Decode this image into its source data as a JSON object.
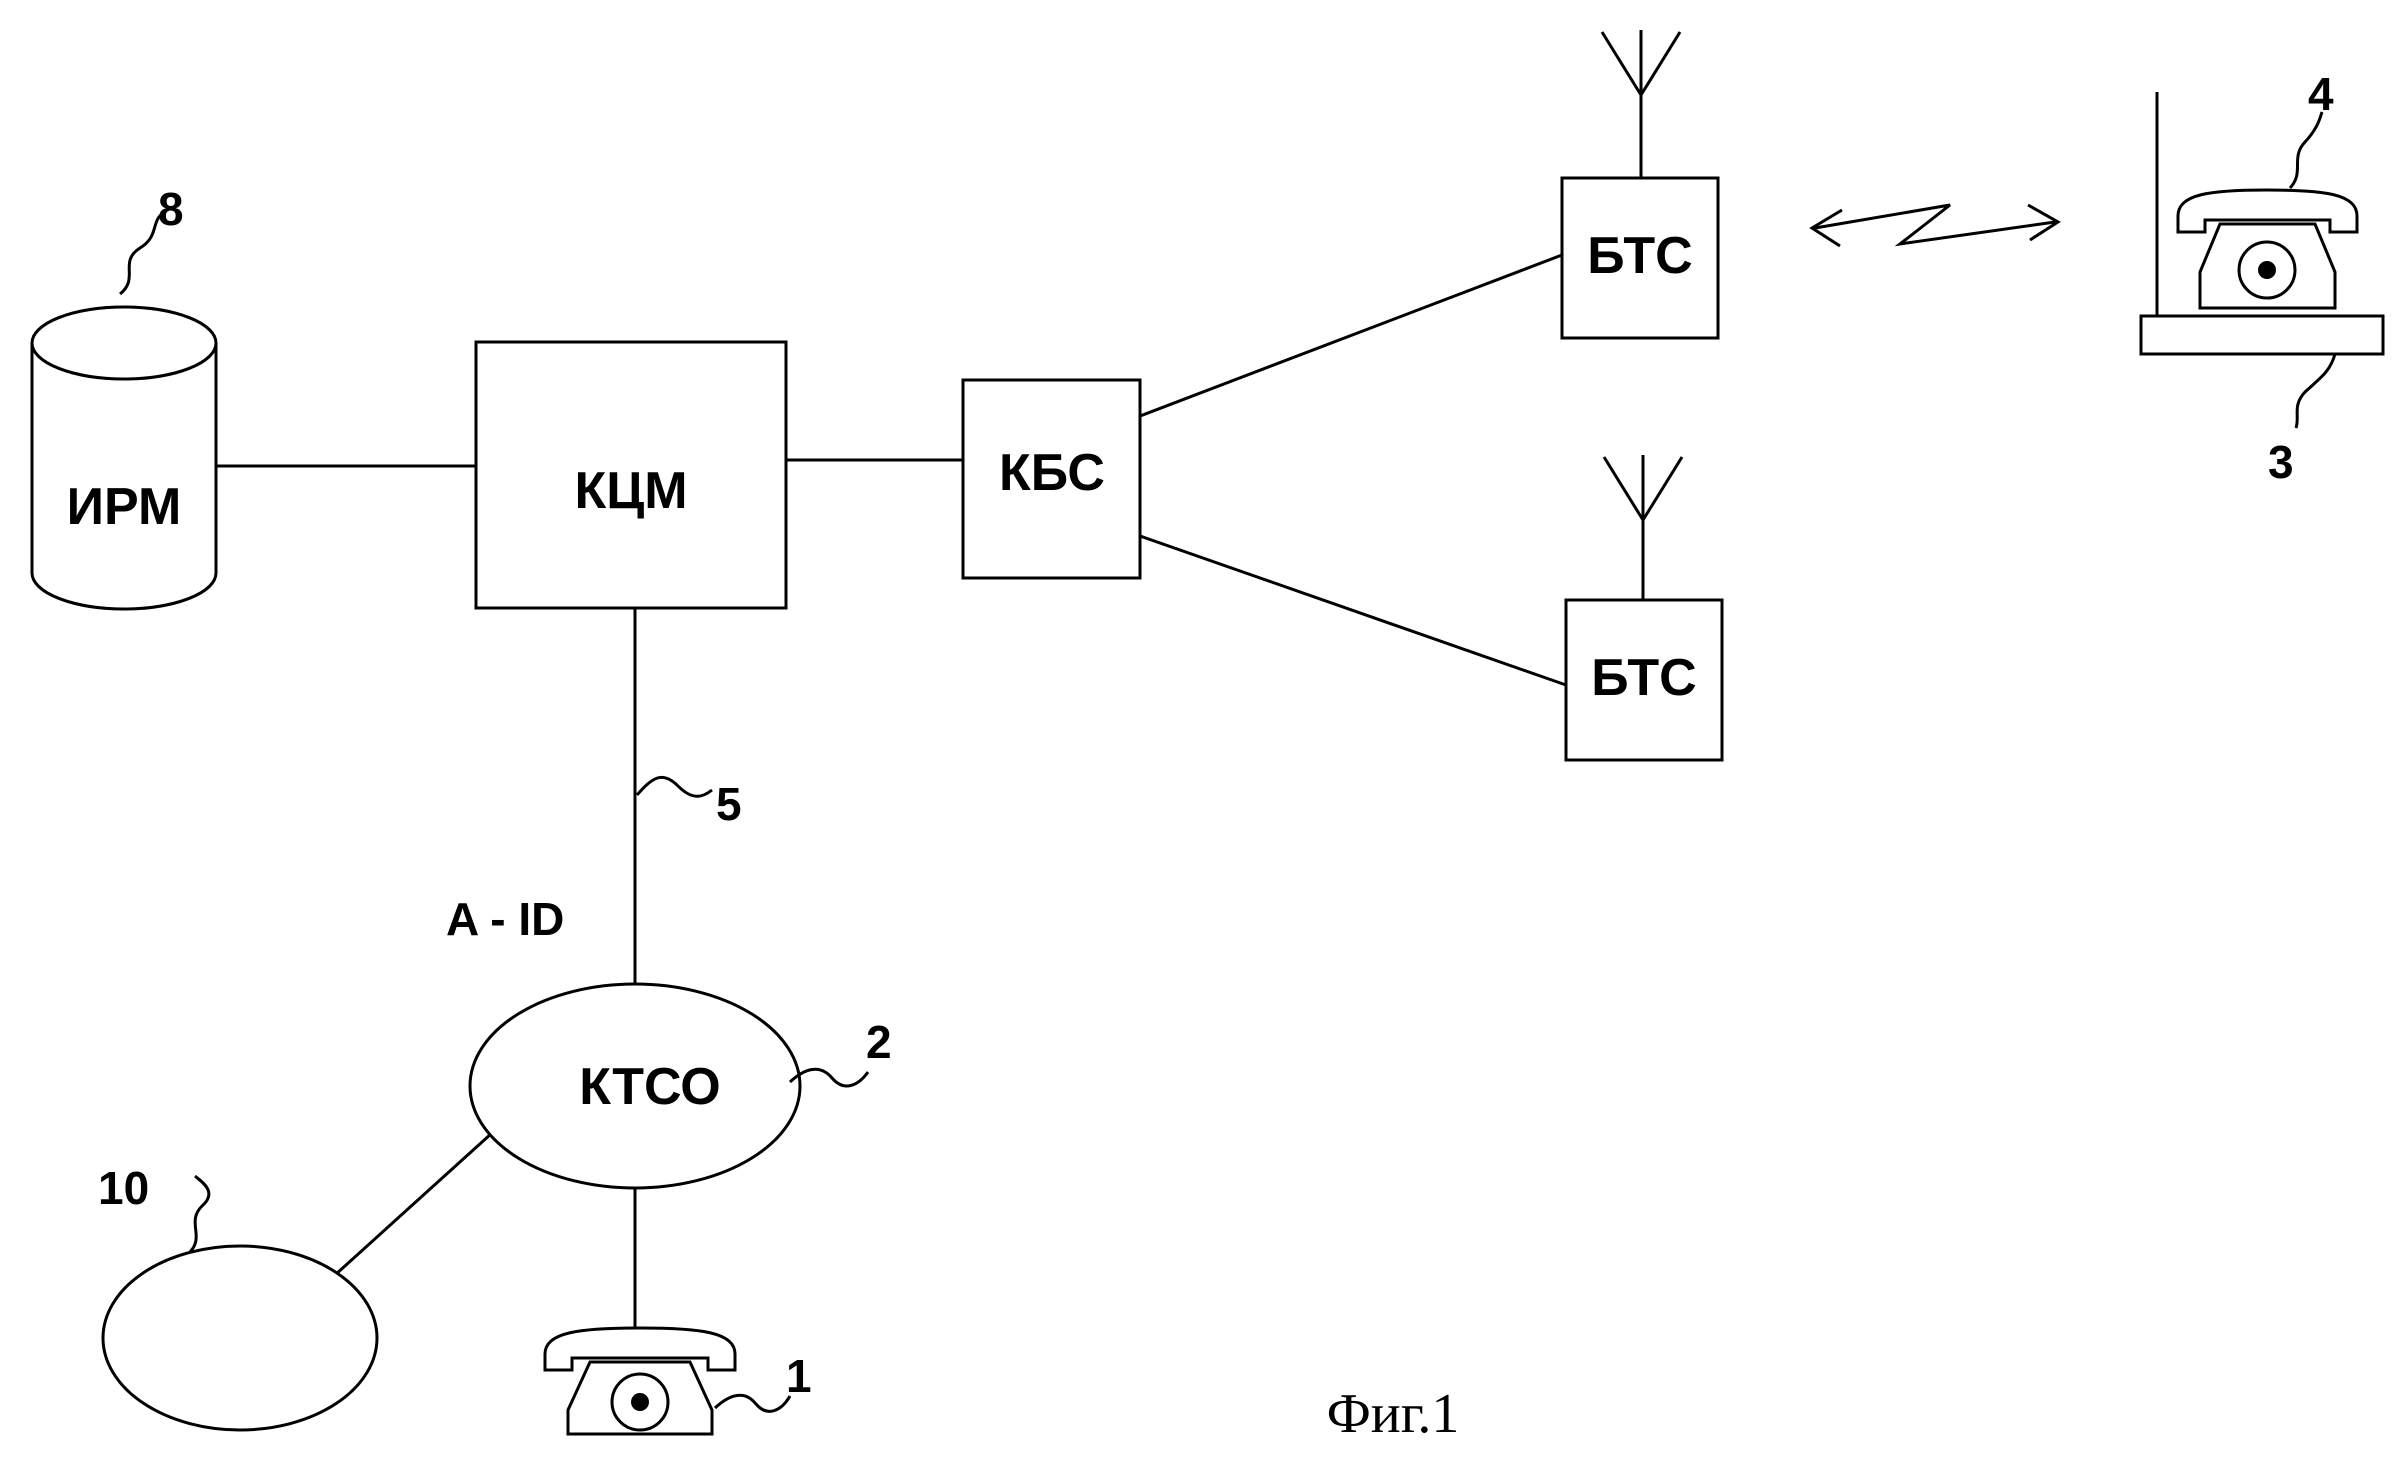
{
  "nodes": {
    "hlr": "ИРМ",
    "msc": "КЦМ",
    "bsc": "КБС",
    "bts_top": "БТС",
    "bts_bottom": "БТС",
    "pstn": "КТСО"
  },
  "link_label": "A - ID",
  "refs": {
    "r1": "1",
    "r2": "2",
    "r3": "3",
    "r4": "4",
    "r5": "5",
    "r8": "8",
    "r10": "10"
  },
  "caption": "Фиг.1"
}
